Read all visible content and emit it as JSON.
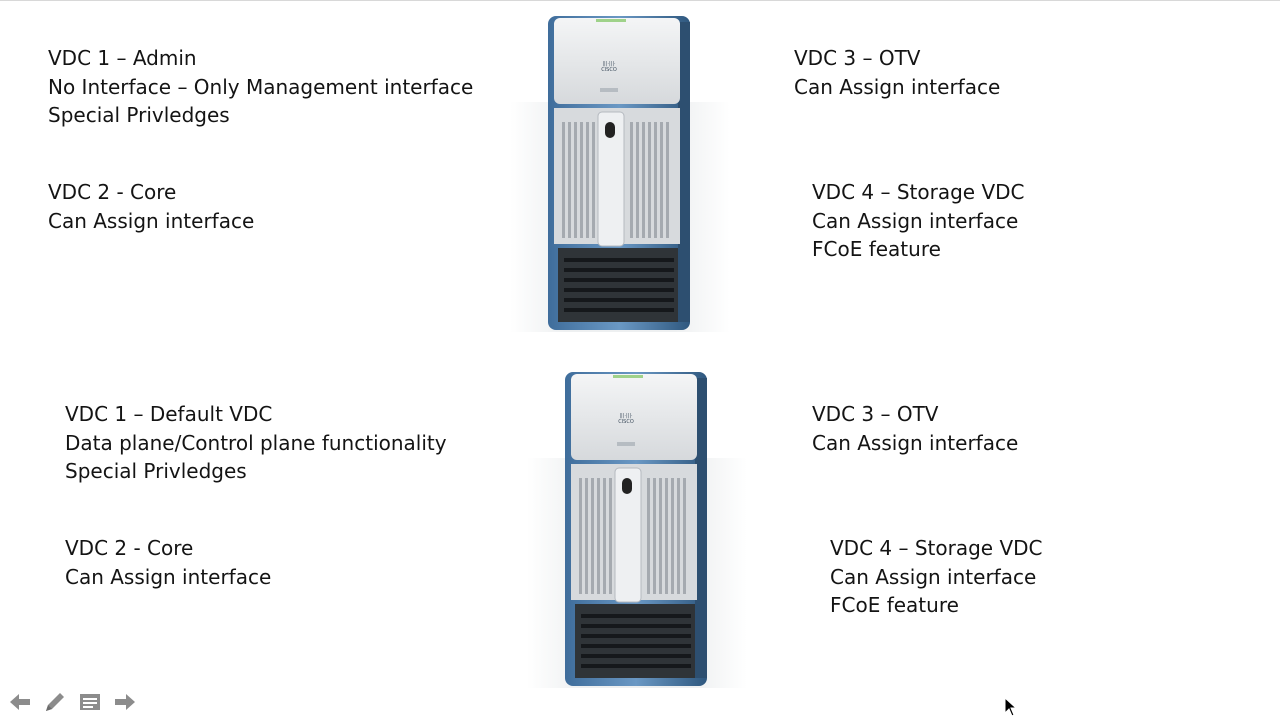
{
  "top_section": {
    "left_column": {
      "vdc1": {
        "title": "VDC 1 – Admin",
        "line1": "No Interface – Only Management interface",
        "line2": "Special Privledges"
      },
      "vdc2": {
        "title": "VDC 2 - Core",
        "line1": "Can Assign interface"
      }
    },
    "right_column": {
      "vdc3": {
        "title": "VDC 3 – OTV",
        "line1": "Can Assign interface"
      },
      "vdc4": {
        "title": "VDC 4 – Storage VDC",
        "line1": "Can Assign interface",
        "line2": "FCoE feature"
      }
    }
  },
  "bottom_section": {
    "left_column": {
      "vdc1": {
        "title": "VDC 1 – Default VDC",
        "line1": "Data plane/Control plane  functionality",
        "line2": "Special Privledges"
      },
      "vdc2": {
        "title": "VDC 2 - Core",
        "line1": "Can Assign interface"
      }
    },
    "right_column": {
      "vdc3": {
        "title": "VDC 3 – OTV",
        "line1": "Can Assign interface"
      },
      "vdc4": {
        "title": "VDC 4 – Storage VDC",
        "line1": "Can Assign interface",
        "line2": "FCoE feature"
      }
    }
  },
  "images": {
    "switch_brand": "cisco"
  },
  "toolbar": {
    "icons": [
      "previous-slide-icon",
      "pen-icon",
      "slide-menu-icon",
      "next-slide-icon"
    ]
  },
  "colors": {
    "chassis_blue": "#4f7fae",
    "chassis_silver": "#e4e6e8",
    "toolbar_gray": "#8c8c8c"
  }
}
